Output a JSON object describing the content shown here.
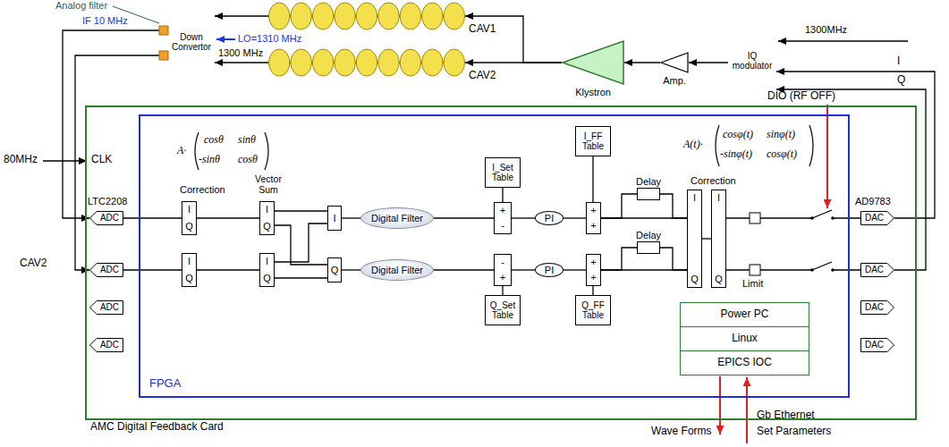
{
  "diagram": {
    "nodes": [
      {
        "text": [
          "Down Convertor"
        ]
      },
      {
        "text": [
          "CAV1"
        ]
      },
      {
        "text": [
          "CAV2"
        ]
      },
      {
        "text": [
          "Klystron"
        ]
      },
      {
        "text": [
          "Amp."
        ]
      },
      {
        "text": [
          "IQ modulator"
        ]
      },
      {
        "text": [
          "AMC Digital Feedback Card"
        ]
      },
      {
        "text": [
          "FPGA"
        ],
        "in": 6
      },
      {
        "text": [
          "ADC"
        ],
        "in": 6
      },
      {
        "text": [
          "ADC"
        ],
        "in": 6
      },
      {
        "text": [
          "ADC"
        ],
        "in": 6
      },
      {
        "text": [
          "ADC"
        ],
        "in": 6
      },
      {
        "text": [
          "I",
          "Q"
        ],
        "in": 7
      },
      {
        "text": [
          "I",
          "Q"
        ],
        "in": 7
      },
      {
        "text": [
          "I",
          "Q"
        ],
        "in": 7
      },
      {
        "text": [
          "I",
          "Q"
        ],
        "in": 7
      },
      {
        "text": [
          "I"
        ],
        "in": 7
      },
      {
        "text": [
          "Q"
        ],
        "in": 7
      },
      {
        "text": [
          "Digital Filter"
        ],
        "in": 7
      },
      {
        "text": [
          "Digital Filter"
        ],
        "in": 7
      },
      {
        "text": [
          "I_Set Table"
        ],
        "in": 7
      },
      {
        "text": [
          "+",
          "-"
        ],
        "in": 7
      },
      {
        "text": [
          "-",
          "+"
        ],
        "in": 7
      },
      {
        "text": [
          "Q_Set Table"
        ],
        "in": 7
      },
      {
        "text": [
          "PI"
        ],
        "in": 7
      },
      {
        "text": [
          "PI"
        ],
        "in": 7
      },
      {
        "text": [
          "I_FF Table"
        ],
        "in": 7
      },
      {
        "text": [
          "+",
          "+"
        ],
        "in": 7
      },
      {
        "text": [
          "+",
          "+"
        ],
        "in": 7
      },
      {
        "text": [
          "Q_FF Table"
        ],
        "in": 7
      },
      {
        "text": [
          "Delay"
        ],
        "in": 7
      },
      {
        "text": [
          "Delay"
        ],
        "in": 7
      },
      {
        "text": [
          "I",
          "Q"
        ],
        "in": 7
      },
      {
        "text": [
          "I",
          "Q"
        ],
        "in": 7
      },
      {
        "text": [
          "DAC"
        ],
        "in": 6
      },
      {
        "text": [
          "DAC"
        ],
        "in": 6
      },
      {
        "text": [
          "DAC"
        ],
        "in": 6
      },
      {
        "text": [
          "DAC"
        ],
        "in": 6
      },
      {
        "text": [
          "Power PC"
        ],
        "in": 7
      },
      {
        "text": [
          "Linux"
        ],
        "in": 7
      },
      {
        "text": [
          "EPICS IOC"
        ],
        "in": 7
      }
    ],
    "edges": [
      {
        "from": 1,
        "to": 0,
        "arrow": "to"
      },
      {
        "from": 2,
        "to": 0,
        "arrow": "to"
      },
      {
        "from": 3,
        "to": 1,
        "arrow": "to"
      },
      {
        "from": 3,
        "to": 2,
        "arrow": "to"
      },
      {
        "from": 4,
        "to": 3,
        "arrow": "to"
      },
      {
        "from": 5,
        "to": 4,
        "arrow": "to"
      },
      {
        "from": 0,
        "to": 8,
        "arrow": "to"
      },
      {
        "from": 0,
        "to": 9,
        "arrow": "to"
      },
      {
        "from": 8,
        "to": 12,
        "arrow": "none"
      },
      {
        "from": 9,
        "to": 13,
        "arrow": "none"
      },
      {
        "from": 12,
        "to": 14,
        "arrow": "none"
      },
      {
        "from": 13,
        "to": 15,
        "arrow": "none"
      },
      {
        "from": 14,
        "to": 16,
        "arrow": "none"
      },
      {
        "from": 14,
        "to": 17,
        "arrow": "none"
      },
      {
        "from": 15,
        "to": 16,
        "arrow": "none"
      },
      {
        "from": 15,
        "to": 17,
        "arrow": "none"
      },
      {
        "from": 16,
        "to": 18,
        "arrow": "none"
      },
      {
        "from": 17,
        "to": 19,
        "arrow": "none"
      },
      {
        "from": 18,
        "to": 21,
        "arrow": "none"
      },
      {
        "from": 20,
        "to": 21,
        "arrow": "none"
      },
      {
        "from": 19,
        "to": 22,
        "arrow": "none"
      },
      {
        "from": 23,
        "to": 22,
        "arrow": "none"
      },
      {
        "from": 21,
        "to": 24,
        "arrow": "none"
      },
      {
        "from": 22,
        "to": 25,
        "arrow": "none"
      },
      {
        "from": 24,
        "to": 27,
        "arrow": "none"
      },
      {
        "from": 26,
        "to": 27,
        "arrow": "none"
      },
      {
        "from": 25,
        "to": 28,
        "arrow": "none"
      },
      {
        "from": 29,
        "to": 28,
        "arrow": "none"
      },
      {
        "from": 27,
        "to": 30,
        "arrow": "none"
      },
      {
        "from": 27,
        "to": 32,
        "arrow": "none"
      },
      {
        "from": 30,
        "to": 32,
        "arrow": "none"
      },
      {
        "from": 28,
        "to": 31,
        "arrow": "none"
      },
      {
        "from": 28,
        "to": 32,
        "arrow": "none"
      },
      {
        "from": 31,
        "to": 32,
        "arrow": "none"
      },
      {
        "from": 32,
        "to": 33,
        "arrow": "none"
      },
      {
        "from": 33,
        "to": 34,
        "arrow": "none"
      },
      {
        "from": 33,
        "to": 35,
        "arrow": "none"
      },
      {
        "from": 34,
        "to": 5,
        "arrow": "to"
      },
      {
        "from": 35,
        "to": 5,
        "arrow": "to"
      }
    ],
    "labels": [
      "Analog filter",
      "IF 10 MHz",
      "LO=1310 MHz",
      "1300 MHz",
      "1300MHz",
      "I",
      "Q",
      "DIO (RF OFF)",
      "80MHz",
      "CLK",
      "LTC2208",
      "CAV2",
      "A·",
      "cosθ",
      "sinθ",
      "-sinθ",
      "cosθ",
      "Correction",
      "Vector Sum",
      "A(t)·",
      "cosφ(t)",
      "sinφ(t)",
      "-sinφ(t)",
      "cosφ(t)",
      "Correction",
      "Limit",
      "AD9783",
      "Wave Forms",
      "Gb Ethernet",
      "Set Parameters"
    ]
  }
}
